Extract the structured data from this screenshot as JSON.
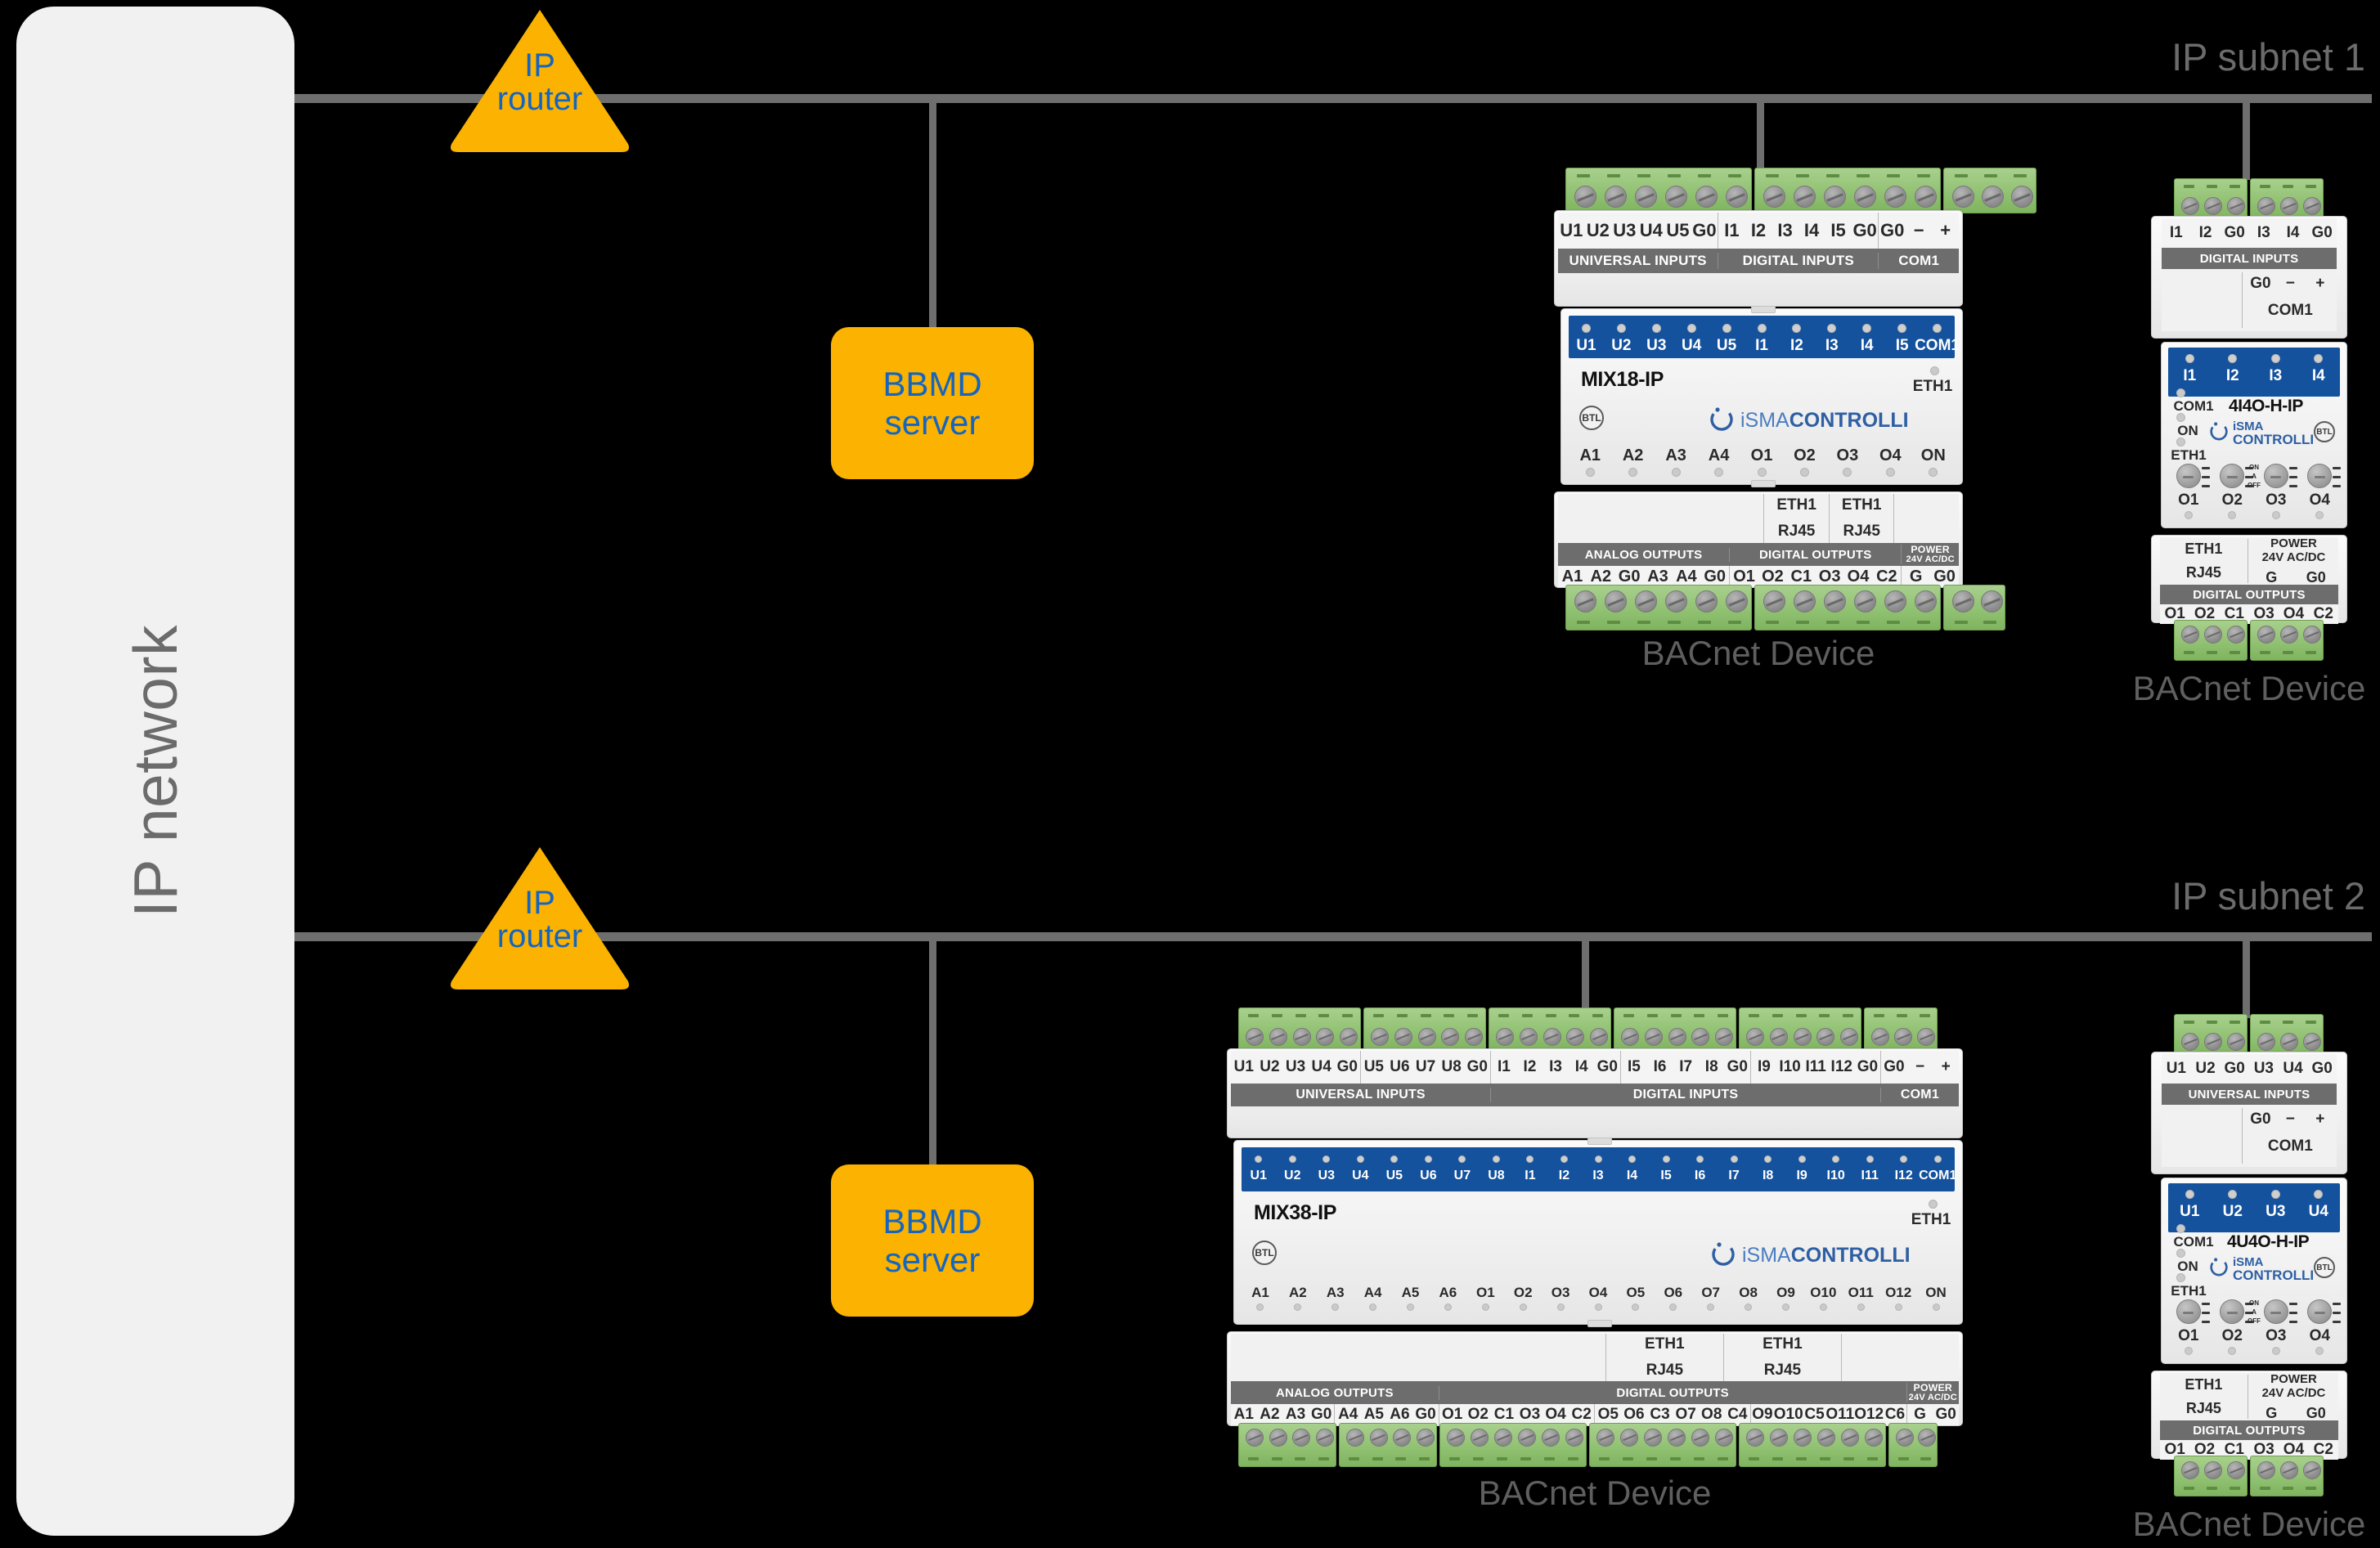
{
  "diagram": {
    "title": "BACnet/IP network with BBMD across two IP subnets",
    "background_color": "#000000",
    "accent_orange": "#FBB200",
    "accent_blue": "#1565C0",
    "line_gray": "#6E6E6E",
    "label_gray": "#6B6B6B"
  },
  "ip_network": {
    "label": "IP network"
  },
  "subnets": [
    {
      "id": "subnet1",
      "label": "IP subnet 1"
    },
    {
      "id": "subnet2",
      "label": "IP subnet 2"
    }
  ],
  "routers": [
    {
      "id": "router1",
      "line1": "IP",
      "line2": "router"
    },
    {
      "id": "router2",
      "line1": "IP",
      "line2": "router"
    }
  ],
  "bbmd_servers": [
    {
      "id": "bbmd1",
      "line1": "BBMD",
      "line2": "server"
    },
    {
      "id": "bbmd2",
      "line1": "BBMD",
      "line2": "server"
    }
  ],
  "device_caption": "BACnet Device",
  "devices": [
    {
      "id": "mix18",
      "model": "MIX18-IP",
      "brand_light": "iSMA",
      "brand_bold": "CONTROLLI",
      "btl_label": "BTL",
      "caption": "BACnet Device",
      "top_terminals": [
        "U1",
        "U2",
        "U3",
        "U4",
        "U5",
        "G0",
        "I1",
        "I2",
        "I3",
        "I4",
        "I5",
        "G0",
        "G0",
        "−",
        "+"
      ],
      "top_groups": [
        {
          "label": "UNIVERSAL INPUTS",
          "count": 6
        },
        {
          "label": "DIGITAL INPUTS",
          "count": 6
        },
        {
          "label": "COM1",
          "count": 3
        }
      ],
      "led_top": [
        "U1",
        "U2",
        "U3",
        "U4",
        "U5",
        "I1",
        "I2",
        "I3",
        "I4",
        "I5",
        "COM1"
      ],
      "led_bottom": [
        "A1",
        "A2",
        "A3",
        "A4",
        "O1",
        "O2",
        "O3",
        "O4",
        "ON"
      ],
      "eth_label": "ETH1",
      "eth_ports": [
        {
          "name": "ETH1",
          "type": "RJ45"
        },
        {
          "name": "ETH1",
          "type": "RJ45"
        }
      ],
      "power_label": "POWER",
      "power_rating": "24V AC/DC",
      "bottom_groups": [
        {
          "label": "ANALOG OUTPUTS",
          "count": 6
        },
        {
          "label": "DIGITAL OUTPUTS",
          "count": 6
        },
        {
          "label": "POWER 24V AC/DC",
          "count": 2
        }
      ],
      "bottom_terminals": [
        "A1",
        "A2",
        "G0",
        "A3",
        "A4",
        "G0",
        "O1",
        "O2",
        "C1",
        "O3",
        "O4",
        "C2",
        "G",
        "G0"
      ]
    },
    {
      "id": "mix38",
      "model": "MIX38-IP",
      "brand_light": "iSMA",
      "brand_bold": "CONTROLLI",
      "btl_label": "BTL",
      "caption": "BACnet Device",
      "top_terminals": [
        "U1",
        "U2",
        "U3",
        "U4",
        "G0",
        "U5",
        "U6",
        "U7",
        "U8",
        "G0",
        "I1",
        "I2",
        "I3",
        "I4",
        "G0",
        "I5",
        "I6",
        "I7",
        "I8",
        "G0",
        "I9",
        "I10",
        "I11",
        "I12",
        "G0",
        "G0",
        "−",
        "+"
      ],
      "top_groups": [
        {
          "label": "UNIVERSAL INPUTS",
          "count": 10
        },
        {
          "label": "DIGITAL INPUTS",
          "count": 15
        },
        {
          "label": "COM1",
          "count": 3
        }
      ],
      "led_top": [
        "U1",
        "U2",
        "U3",
        "U4",
        "U5",
        "U6",
        "U7",
        "U8",
        "I1",
        "I2",
        "I3",
        "I4",
        "I5",
        "I6",
        "I7",
        "I8",
        "I9",
        "I10",
        "I11",
        "I12",
        "COM1"
      ],
      "led_bottom": [
        "A1",
        "A2",
        "A3",
        "A4",
        "A5",
        "A6",
        "O1",
        "O2",
        "O3",
        "O4",
        "O5",
        "O6",
        "O7",
        "O8",
        "O9",
        "O10",
        "O11",
        "O12",
        "ON"
      ],
      "eth_label": "ETH1",
      "eth_ports": [
        {
          "name": "ETH1",
          "type": "RJ45"
        },
        {
          "name": "ETH1",
          "type": "RJ45"
        }
      ],
      "power_label": "POWER",
      "power_rating": "24V AC/DC",
      "bottom_groups": [
        {
          "label": "ANALOG OUTPUTS",
          "count": 8
        },
        {
          "label": "DIGITAL OUTPUTS",
          "count": 18
        },
        {
          "label": "POWER 24V AC/DC",
          "count": 2
        }
      ],
      "bottom_terminals": [
        "A1",
        "A2",
        "A3",
        "G0",
        "A4",
        "A5",
        "A6",
        "G0",
        "O1",
        "O2",
        "C1",
        "O3",
        "O4",
        "C2",
        "O5",
        "O6",
        "C3",
        "O7",
        "O8",
        "C4",
        "O9",
        "O10",
        "C5",
        "O11",
        "O12",
        "C6",
        "G",
        "G0"
      ]
    },
    {
      "id": "i4o4",
      "model": "4I4O-H-IP",
      "brand_light": "iSMA",
      "brand_bold": "CONTROLLI",
      "btl_label": "BTL",
      "caption": "BACnet Device",
      "top_terminals": [
        "I1",
        "I2",
        "G0",
        "I3",
        "I4",
        "G0"
      ],
      "top_group_label": "DIGITAL INPUTS",
      "com_terminals": [
        "G0",
        "−",
        "+"
      ],
      "com_label": "COM1",
      "led_top": [
        "I1",
        "I2",
        "I3",
        "I4"
      ],
      "status_leds": [
        "COM1",
        "ON",
        "ETH1"
      ],
      "rotary_outputs": [
        "O1",
        "O2",
        "O3",
        "O4"
      ],
      "rotary_positions": [
        "ON",
        "A",
        "OFF"
      ],
      "eth_label": "ETH1",
      "eth_type": "RJ45",
      "power_label": "POWER",
      "power_rating": "24V AC/DC",
      "power_terminals": [
        "G",
        "G0"
      ],
      "bottom_group_label": "DIGITAL OUTPUTS",
      "bottom_terminals": [
        "O1",
        "O2",
        "C1",
        "O3",
        "O4",
        "C2"
      ]
    },
    {
      "id": "u4o4",
      "model": "4U4O-H-IP",
      "brand_light": "iSMA",
      "brand_bold": "CONTROLLI",
      "btl_label": "BTL",
      "caption": "BACnet Device",
      "top_terminals": [
        "U1",
        "U2",
        "G0",
        "U3",
        "U4",
        "G0"
      ],
      "top_group_label": "UNIVERSAL INPUTS",
      "com_terminals": [
        "G0",
        "−",
        "+"
      ],
      "com_label": "COM1",
      "led_top": [
        "U1",
        "U2",
        "U3",
        "U4"
      ],
      "status_leds": [
        "COM1",
        "ON",
        "ETH1"
      ],
      "rotary_outputs": [
        "O1",
        "O2",
        "O3",
        "O4"
      ],
      "rotary_positions": [
        "ON",
        "A",
        "OFF"
      ],
      "eth_label": "ETH1",
      "eth_type": "RJ45",
      "power_label": "POWER",
      "power_rating": "24V AC/DC",
      "power_terminals": [
        "G",
        "G0"
      ],
      "bottom_group_label": "DIGITAL OUTPUTS",
      "bottom_terminals": [
        "O1",
        "O2",
        "C1",
        "O3",
        "O4",
        "C2"
      ]
    }
  ]
}
